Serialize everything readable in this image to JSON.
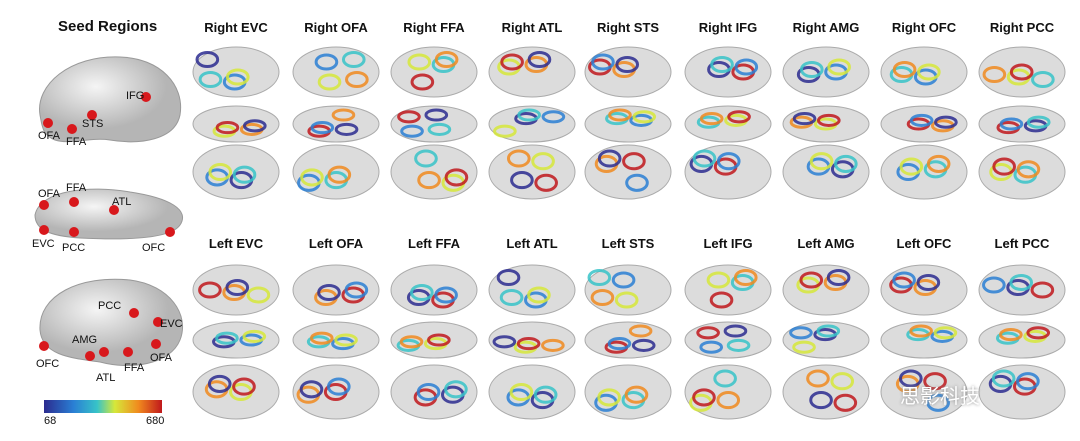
{
  "seed_panel": {
    "title": "Seed Regions",
    "lateral_labels": [
      "IFG",
      "STS",
      "OFA",
      "FFA"
    ],
    "ventral_labels": [
      "OFA",
      "FFA",
      "ATL",
      "EVC",
      "PCC",
      "OFC"
    ],
    "medial_labels": [
      "PCC",
      "EVC",
      "AMG",
      "OFC",
      "OFA",
      "FFA",
      "ATL"
    ]
  },
  "right_row": [
    "Right EVC",
    "Right OFA",
    "Right FFA",
    "Right ATL",
    "Right STS",
    "Right IFG",
    "Right AMG",
    "Right OFC",
    "Right PCC"
  ],
  "left_row": [
    "Left EVC",
    "Left OFA",
    "Left FFA",
    "Left ATL",
    "Left STS",
    "Left IFG",
    "Left AMG",
    "Left OFC",
    "Left PCC"
  ],
  "colorbar": {
    "min": "68",
    "max": "680"
  },
  "watermark": "思影科技",
  "colors": {
    "seed_marker": "#d8181c",
    "brain": "#d9d9d9"
  }
}
